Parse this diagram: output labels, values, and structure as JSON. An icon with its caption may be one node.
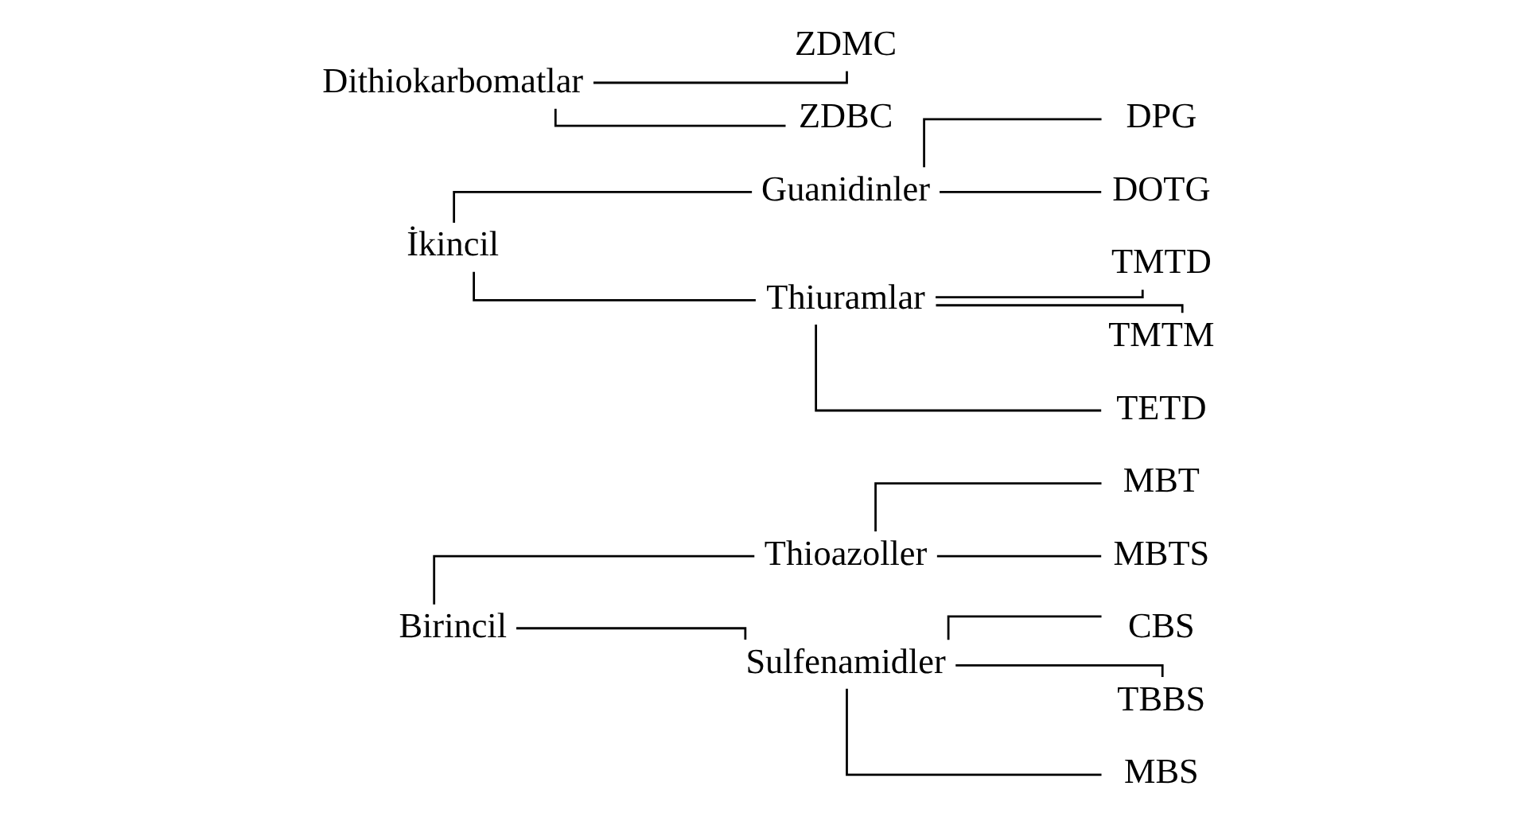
{
  "diagram": {
    "nodes": [
      {
        "text": [
          "Birincil"
        ]
      },
      {
        "text": [
          "Thioazoller"
        ]
      },
      {
        "text": [
          "Sulfenamidler"
        ]
      },
      {
        "text": [
          "MBT"
        ]
      },
      {
        "text": [
          "MBTS"
        ]
      },
      {
        "text": [
          "CBS"
        ]
      },
      {
        "text": [
          "TBBS"
        ]
      },
      {
        "text": [
          "MBS"
        ]
      },
      {
        "text": [
          "İkincil"
        ]
      },
      {
        "text": [
          "Guanidinler"
        ]
      },
      {
        "text": [
          "Thiuramlar"
        ]
      },
      {
        "text": [
          "DPG"
        ]
      },
      {
        "text": [
          "DOTG"
        ]
      },
      {
        "text": [
          "TMTD"
        ]
      },
      {
        "text": [
          "TMTM"
        ]
      },
      {
        "text": [
          "TETD"
        ]
      },
      {
        "text": [
          "Dithiokarbomatlar"
        ]
      },
      {
        "text": [
          "ZDMC"
        ]
      },
      {
        "text": [
          "ZDBC"
        ]
      }
    ],
    "edges": [
      {
        "from": 0,
        "to": 1,
        "arrow": "none"
      },
      {
        "from": 0,
        "to": 2,
        "arrow": "none"
      },
      {
        "from": 1,
        "to": 3,
        "arrow": "none"
      },
      {
        "from": 1,
        "to": 4,
        "arrow": "none"
      },
      {
        "from": 2,
        "to": 5,
        "arrow": "none"
      },
      {
        "from": 2,
        "to": 6,
        "arrow": "none"
      },
      {
        "from": 2,
        "to": 7,
        "arrow": "none"
      },
      {
        "from": 8,
        "to": 9,
        "arrow": "none"
      },
      {
        "from": 8,
        "to": 10,
        "arrow": "none"
      },
      {
        "from": 9,
        "to": 11,
        "arrow": "none"
      },
      {
        "from": 9,
        "to": 12,
        "arrow": "none"
      },
      {
        "from": 10,
        "to": 13,
        "arrow": "none"
      },
      {
        "from": 10,
        "to": 14,
        "arrow": "none"
      },
      {
        "from": 10,
        "to": 15,
        "arrow": "none"
      },
      {
        "from": 16,
        "to": 17,
        "arrow": "none"
      },
      {
        "from": 16,
        "to": 18,
        "arrow": "none"
      }
    ]
  }
}
